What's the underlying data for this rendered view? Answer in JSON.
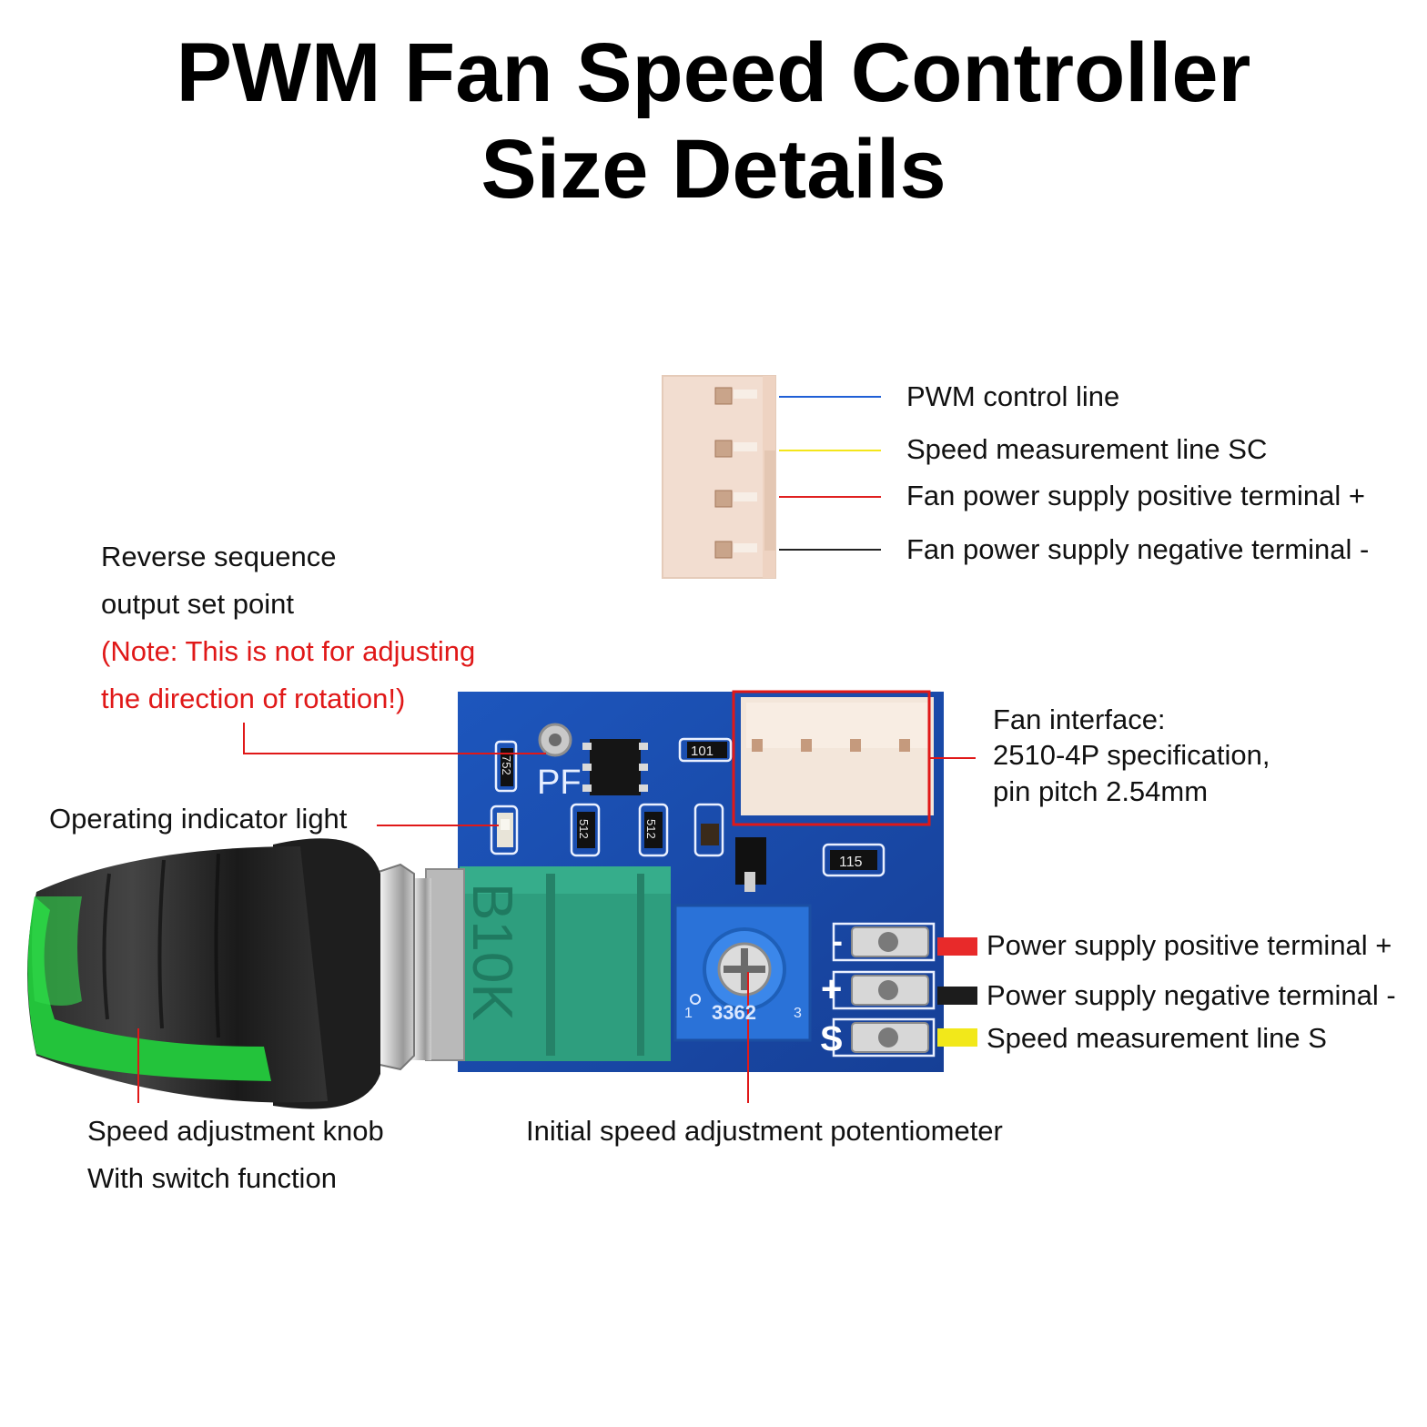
{
  "title": {
    "line1": "PWM Fan Speed Controller",
    "line2": "Size Details"
  },
  "connector_labels": [
    {
      "text": "PWM control line",
      "color": "#1f5fd6"
    },
    {
      "text": "Speed measurement line SC",
      "color": "#f4e61a"
    },
    {
      "text": "Fan power supply positive terminal +",
      "color": "#e02020"
    },
    {
      "text": "Fan power supply negative terminal -",
      "color": "#222222"
    }
  ],
  "reverse_setpoint": {
    "line1": "Reverse sequence",
    "line2": "output set point",
    "note1": "(Note: This is not for adjusting",
    "note2": "the direction of rotation!)"
  },
  "fan_interface": {
    "line1": "Fan interface:",
    "line2": "2510-4P specification,",
    "line3": "pin pitch 2.54mm"
  },
  "indicator_light": "Operating indicator light",
  "power_terminals": [
    {
      "text": "Power supply positive terminal +",
      "color": "#e82a2a"
    },
    {
      "text": "Power supply negative terminal -",
      "color": "#1c1c1c"
    },
    {
      "text": "Speed measurement line S",
      "color": "#f2e81a"
    }
  ],
  "knob": {
    "line1": "Speed adjustment knob",
    "line2": "With switch function"
  },
  "trimpot_label": "Initial speed adjustment potentiometer",
  "board_markings": {
    "pf": "PF",
    "pot": "B10K",
    "trimmer": "3362",
    "trim_pin1": "1",
    "trim_pin3": "3",
    "res_a": "752",
    "res_b": "101",
    "res_c": "512",
    "res_d": "512",
    "res_e": "115",
    "term_minus": "-",
    "term_plus": "+",
    "term_s": "S"
  },
  "colors": {
    "pcb": "#1a4fb0",
    "leader_red": "#e01818",
    "knob_green": "#22c23a",
    "pot_green": "#2a9a7a"
  }
}
